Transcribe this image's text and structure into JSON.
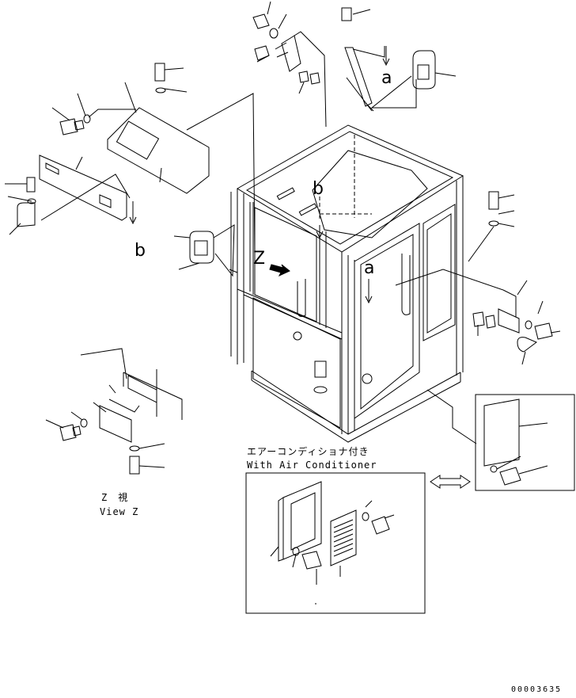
{
  "diagram": {
    "ref_a_top": "a",
    "ref_b_left": "b",
    "ref_b_center": "b",
    "ref_a_cab": "a",
    "view_letter": "Z",
    "view_caption_jp": "Z　視",
    "view_caption_en": "View Z",
    "aircon_jp": "エアーコンディショナ付き",
    "aircon_en": "With Air Conditioner",
    "part_number": "00003635"
  }
}
